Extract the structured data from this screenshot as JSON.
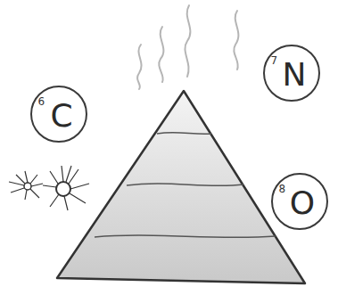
{
  "diagram": {
    "nodes": [
      {
        "text": [
          "6",
          "C"
        ]
      },
      {
        "text": [
          "7",
          "N"
        ]
      },
      {
        "text": [
          "8",
          "O"
        ]
      }
    ]
  }
}
